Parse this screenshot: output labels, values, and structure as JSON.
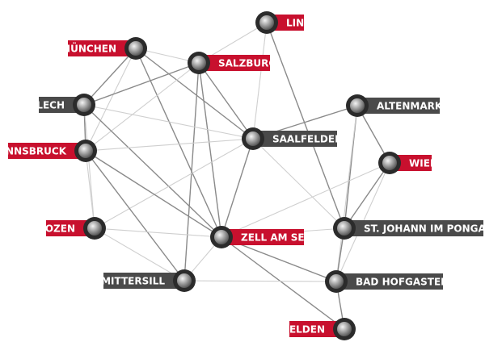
{
  "colors": {
    "red_label": "#c8102e",
    "dark_label": "#4a4a4a",
    "label_text": "#ffffff",
    "edge_dark": "#8a8a8a",
    "edge_light": "#cfcfcf",
    "node_ring": "#2b2b2b"
  },
  "nodes": [
    {
      "id": "linz",
      "label": "LINZ",
      "style": "red"
    },
    {
      "id": "muenchen",
      "label": "MÜNCHEN",
      "style": "red"
    },
    {
      "id": "salzburg",
      "label": "SALZBURG",
      "style": "red"
    },
    {
      "id": "lech",
      "label": "LECH",
      "style": "dark"
    },
    {
      "id": "altenmarkt",
      "label": "ALTENMARKT",
      "style": "dark"
    },
    {
      "id": "saalfelden",
      "label": "SAALFELDEN",
      "style": "dark"
    },
    {
      "id": "innsbruck",
      "label": "INNSBRUCK",
      "style": "red"
    },
    {
      "id": "wien",
      "label": "WIEN",
      "style": "red"
    },
    {
      "id": "bozen",
      "label": "BOZEN",
      "style": "red"
    },
    {
      "id": "zellamsee",
      "label": "ZELL AM SEE",
      "style": "red"
    },
    {
      "id": "stjohann",
      "label": "ST. JOHANN IM PONGAU",
      "style": "dark"
    },
    {
      "id": "mittersill",
      "label": "MITTERSILL",
      "style": "dark"
    },
    {
      "id": "badhofgastein",
      "label": "BAD HOFGASTEIN",
      "style": "dark"
    },
    {
      "id": "velden",
      "label": "VELDEN",
      "style": "red"
    }
  ],
  "edges": [
    [
      "muenchen",
      "lech",
      "dark"
    ],
    [
      "muenchen",
      "innsbruck",
      "light"
    ],
    [
      "muenchen",
      "saalfelden",
      "dark"
    ],
    [
      "muenchen",
      "zellamsee",
      "dark"
    ],
    [
      "muenchen",
      "salzburg",
      "light"
    ],
    [
      "linz",
      "salzburg",
      "light"
    ],
    [
      "linz",
      "saalfelden",
      "light"
    ],
    [
      "linz",
      "stjohann",
      "dark"
    ],
    [
      "salzburg",
      "lech",
      "dark"
    ],
    [
      "salzburg",
      "saalfelden",
      "dark"
    ],
    [
      "salzburg",
      "zellamsee",
      "dark"
    ],
    [
      "salzburg",
      "mittersill",
      "dark"
    ],
    [
      "salzburg",
      "innsbruck",
      "light"
    ],
    [
      "lech",
      "innsbruck",
      "dark"
    ],
    [
      "lech",
      "bozen",
      "light"
    ],
    [
      "lech",
      "zellamsee",
      "dark"
    ],
    [
      "lech",
      "saalfelden",
      "light"
    ],
    [
      "altenmarkt",
      "saalfelden",
      "dark"
    ],
    [
      "altenmarkt",
      "wien",
      "dark"
    ],
    [
      "altenmarkt",
      "stjohann",
      "dark"
    ],
    [
      "altenmarkt",
      "badhofgastein",
      "light"
    ],
    [
      "saalfelden",
      "innsbruck",
      "light"
    ],
    [
      "saalfelden",
      "zellamsee",
      "dark"
    ],
    [
      "saalfelden",
      "stjohann",
      "light"
    ],
    [
      "saalfelden",
      "bozen",
      "light"
    ],
    [
      "innsbruck",
      "zellamsee",
      "dark"
    ],
    [
      "innsbruck",
      "mittersill",
      "dark"
    ],
    [
      "innsbruck",
      "bozen",
      "light"
    ],
    [
      "wien",
      "stjohann",
      "dark"
    ],
    [
      "wien",
      "zellamsee",
      "light"
    ],
    [
      "wien",
      "badhofgastein",
      "light"
    ],
    [
      "bozen",
      "mittersill",
      "light"
    ],
    [
      "bozen",
      "zellamsee",
      "light"
    ],
    [
      "zellamsee",
      "mittersill",
      "light"
    ],
    [
      "zellamsee",
      "badhofgastein",
      "dark"
    ],
    [
      "zellamsee",
      "velden",
      "dark"
    ],
    [
      "zellamsee",
      "stjohann",
      "light"
    ],
    [
      "stjohann",
      "badhofgastein",
      "dark"
    ],
    [
      "mittersill",
      "badhofgastein",
      "light"
    ],
    [
      "badhofgastein",
      "velden",
      "dark"
    ]
  ]
}
